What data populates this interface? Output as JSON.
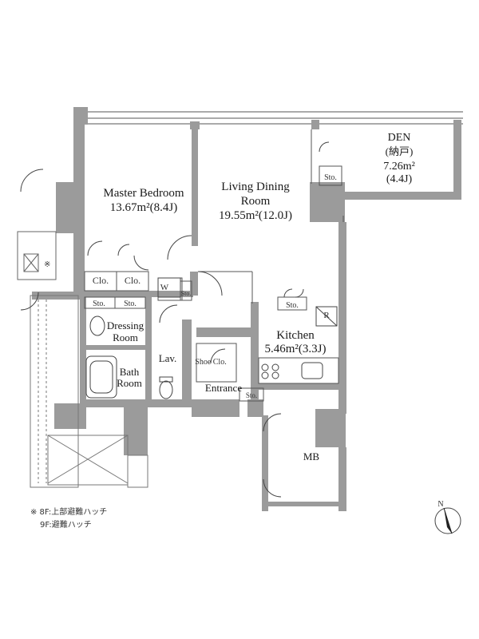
{
  "rooms": {
    "master_bedroom": {
      "name": "Master Bedroom",
      "area": "13.67m²(8.4J)"
    },
    "living_dining": {
      "name1": "Living Dining",
      "name2": "Room",
      "area": "19.55m²(12.0J)"
    },
    "den": {
      "name": "DEN",
      "sub": "(納戸)",
      "area": "7.26m²",
      "tatami": "(4.4J)"
    },
    "kitchen": {
      "name": "Kitchen",
      "area": "5.46m²(3.3J)"
    },
    "dressing": {
      "name1": "Dressing",
      "name2": "Room"
    },
    "bath": {
      "name1": "Bath",
      "name2": "Room"
    },
    "lav": {
      "name": "Lav."
    },
    "entrance": {
      "name": "Entrance"
    },
    "mb": {
      "name": "MB"
    }
  },
  "labels": {
    "clo1": "Clo.",
    "clo2": "Clo.",
    "sto_den": "Sto.",
    "sto_dress1": "Sto.",
    "sto_dress2": "Sto.",
    "sto_wc": "Sto.",
    "sto_kitchen": "Sto.",
    "sto_entrance": "Sto.",
    "wd": "W",
    "shoe": "Shoe Clo.",
    "fridge": "R",
    "hatch_mark": "※"
  },
  "notes": {
    "line1": "※ 8F:上部避難ハッチ",
    "line2": "9F:避難ハッチ"
  },
  "compass": {
    "label": "N"
  }
}
